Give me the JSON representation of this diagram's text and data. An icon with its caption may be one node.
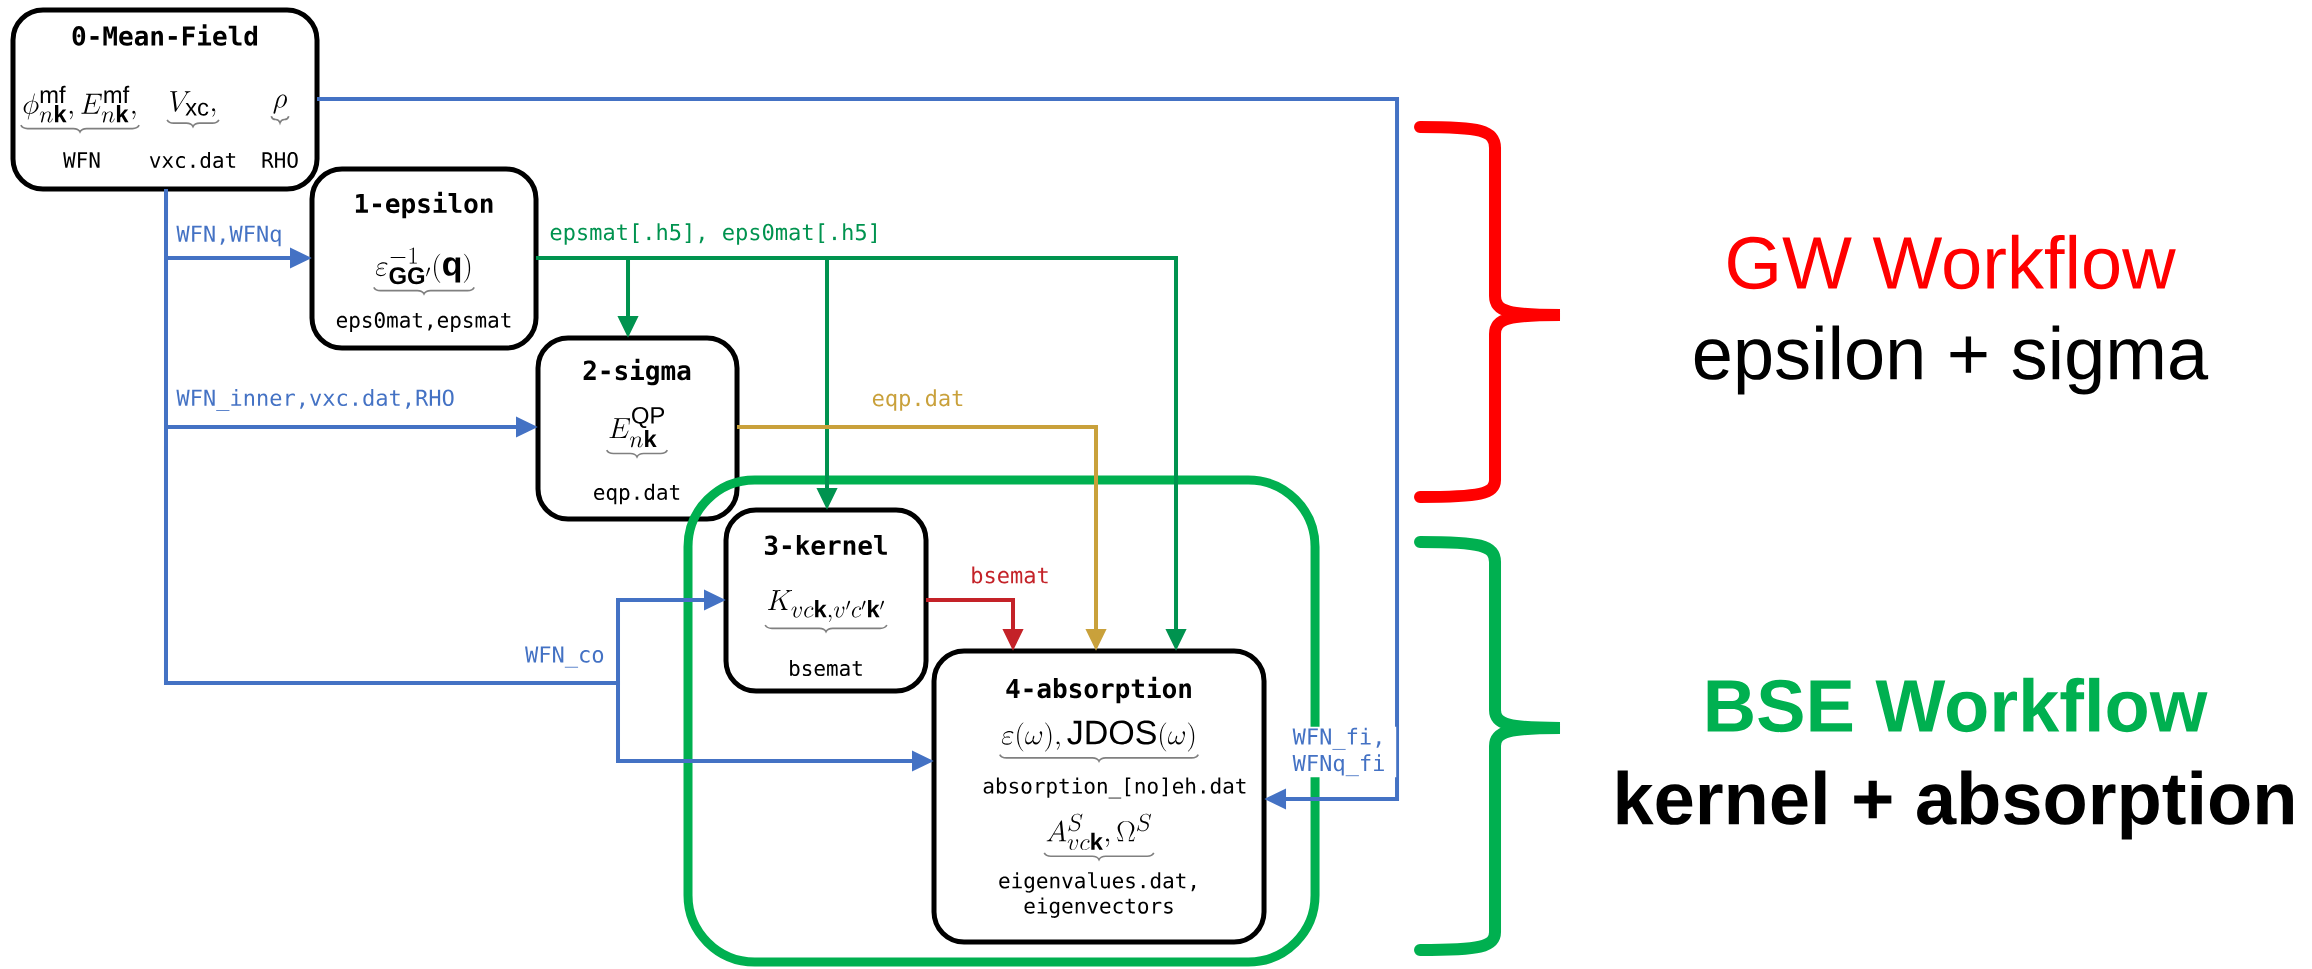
{
  "diagram": {
    "nodes": [
      {
        "text": [
          "0-Mean-Field",
          "\\phi^{\\mathrm{mf}}_{n\\mathbf{k}}, E^{\\mathrm{mf}}_{n\\mathbf{k}},",
          "WFN",
          "V_{\\mathrm{xc}},",
          "vxc.dat",
          "\\rho",
          "RHO"
        ]
      },
      {
        "text": [
          "1-epsilon",
          "\\varepsilon^{-1}_{\\mathbf{G}\\mathbf{G}'}(\\mathbf{q})",
          "eps0mat,epsmat"
        ]
      },
      {
        "text": [
          "2-sigma",
          "E^{\\mathrm{QP}}_{n\\mathbf{k}}",
          "eqp.dat"
        ]
      },
      {
        "text": [],
        "shape": "box"
      },
      {
        "text": [
          "3-kernel",
          "K_{vc\\mathbf{k},v'c'\\mathbf{k}'}",
          "bsemat"
        ],
        "in": 3
      },
      {
        "text": [
          "4-absorption",
          "\\varepsilon(\\omega), \\mathrm{JDOS}(\\omega)",
          "absorption_[no]eh.dat",
          "A^{S}_{vc\\mathbf{k}}, \\Omega^{S}",
          "eigenvalues.dat, eigenvectors"
        ],
        "in": 3
      }
    ],
    "edges": [
      {
        "from": 0,
        "to": 1,
        "arrow": "to",
        "label": "WFN,WFNq"
      },
      {
        "from": 0,
        "to": 2,
        "arrow": "to",
        "label": "WFN_inner,vxc.dat,RHO"
      },
      {
        "from": 0,
        "to": 4,
        "arrow": "to",
        "label": "WFN_co"
      },
      {
        "from": 0,
        "to": 5,
        "arrow": "to"
      },
      {
        "from": 0,
        "to": 5,
        "arrow": "to",
        "label": "WFN_fi, WFNq_fi"
      },
      {
        "from": 1,
        "to": 2,
        "arrow": "to",
        "label": "epsmat[.h5], eps0mat[.h5]",
        "color": "#00934f"
      },
      {
        "from": 1,
        "to": 4,
        "arrow": "to",
        "color": "#00934f"
      },
      {
        "from": 1,
        "to": 5,
        "arrow": "to",
        "color": "#00934f"
      },
      {
        "from": 2,
        "to": 5,
        "arrow": "to",
        "label": "eqp.dat",
        "color": "#c9a13b"
      },
      {
        "from": 4,
        "to": 5,
        "arrow": "to",
        "label": "bsemat",
        "color": "#c42228"
      }
    ],
    "labels": [
      "GW Workflow",
      "epsilon + sigma",
      "BSE Workflow",
      "kernel + absorption"
    ]
  }
}
